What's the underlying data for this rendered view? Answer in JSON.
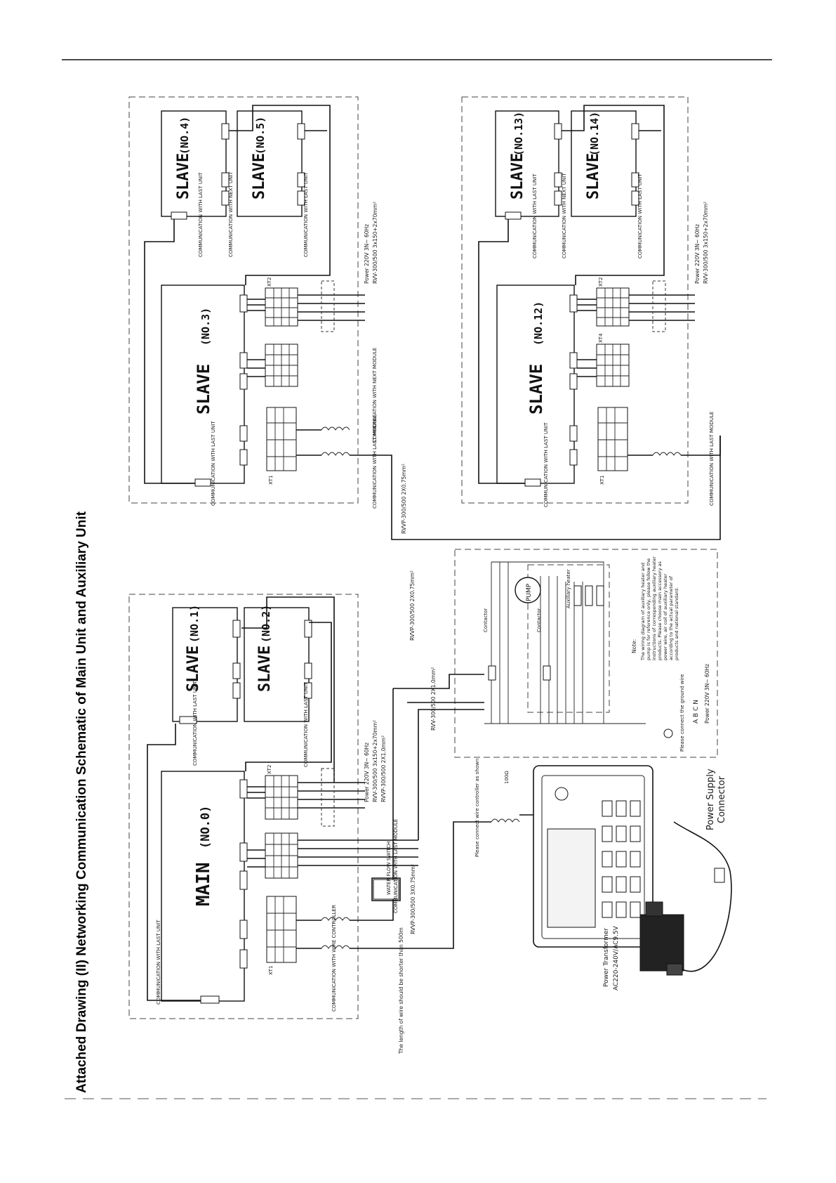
{
  "title": "Attached Drawing (II) Networking Communication Schematic of Main Unit and Auxiliary Unit",
  "units": {
    "main": {
      "role": "MAIN",
      "no": "(NO.0)"
    },
    "slave1": {
      "role": "SLAVE",
      "no": "(NO.1)"
    },
    "slave2": {
      "role": "SLAVE",
      "no": "(NO.2)"
    },
    "slave3": {
      "role": "SLAVE",
      "no": "(NO.3)"
    },
    "slave4": {
      "role": "SLAVE",
      "no": "(NO.4)"
    },
    "slave5": {
      "role": "SLAVE",
      "no": "(NO.5)"
    },
    "slave12": {
      "role": "SLAVE",
      "no": "(NO.12)"
    },
    "slave13": {
      "role": "SLAVE",
      "no": "(NO.13)"
    },
    "slave14": {
      "role": "SLAVE",
      "no": "(NO.14)"
    }
  },
  "labels": {
    "comm_last_unit": "COMMUNICATION WITH LAST UNIT",
    "comm_next_unit": "COMMUNICATION WITH NEXT UNIT",
    "comm_last_module": "COMMUNICATION WITH LAST MODULE",
    "comm_next_module": "COMMUNICATION WITH NEXT MODULE",
    "comm_wire_controller": "COMMUNICATION WITH WIRE CONTROLLER",
    "power_main": "Power 220V 3N~ 60Hz",
    "cable_main": "RVV-300/500 3x150+2x70mm²",
    "cable_rvvp": "RVVP-300/500 2X1.0mm²",
    "power_upper": "Power 220V 3N~ 60Hz",
    "cable_upper": "RVV-300/500 3x150+2x70mm²",
    "power_lower": "Power 220V 3N~ 60Hz",
    "cable_lower": "RVV-300/500 3x150+2x70mm²",
    "cable_rvvp_mid": "RVVP-300/500 2X0.75mm²",
    "cable_rvvp_bridge": "RVVP-300/500 2X0.75mm²",
    "cable_rvv_aux": "RVV-300/500 2X1.0mm²",
    "cable_rvvp_ctrl": "RVVP-300/500 3X0.75mm²",
    "wire_length_note": "The length of wire should be shorter than 500m",
    "water_flow_switch": "WATER FLOW SWITCH",
    "pump": "PUMP",
    "contactor": "Contactor",
    "aux_heater": "Auxiliary heater",
    "abcn": "A B C N",
    "power_aux": "Power 220V 3N~ 60Hz",
    "note_title": "Note:",
    "note_body": "The wiring diagram of auxiliary heater and pump is for reference only, please follow the instructions of corresponding auxiliary heater products. Please choose main accessory as power wire, air coil of auxiliary heater according to the actual parameter of products and national standard.",
    "ground_note": "Please connect the ground wire",
    "ctrl_note": "Please connect wire controller as shown",
    "ctrl_100": "100Ω",
    "power_transformer": "Power Transformer",
    "transformer_rating": "AC220-240V/AC9.5V",
    "power_supply": "Power Supply",
    "connector": "Connector",
    "xt1": "XT1",
    "xt2": "XT2",
    "xt4": "XT4"
  },
  "colors": {
    "ink": "#111111",
    "frame": "#444444",
    "paper": "#ffffff"
  }
}
